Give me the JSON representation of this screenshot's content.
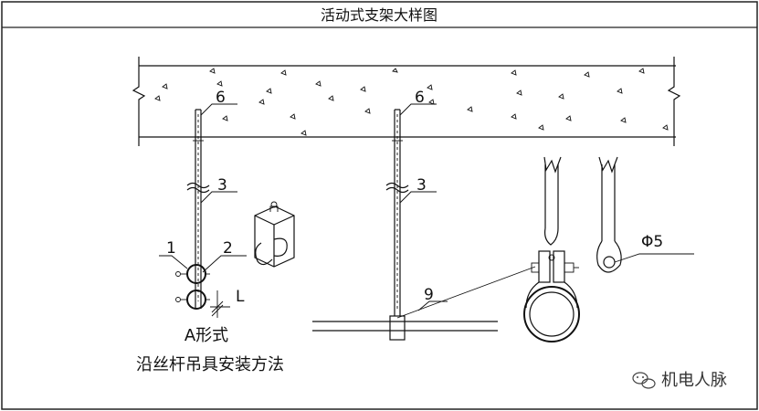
{
  "title": "活动式支架大样图",
  "labels": {
    "left_rod_top": "6",
    "left_rod_mid": "3",
    "clip_1": "1",
    "clip_2": "2",
    "dimension_L": "L",
    "right_rod_top": "6",
    "right_rod_mid": "3",
    "base_9": "9",
    "hole_phi": "Φ5"
  },
  "caption": {
    "line1": "A形式",
    "line2": "沿丝杆吊具安装方法"
  },
  "watermark": {
    "text": "机电人脉",
    "icon": "wechat-icon"
  }
}
